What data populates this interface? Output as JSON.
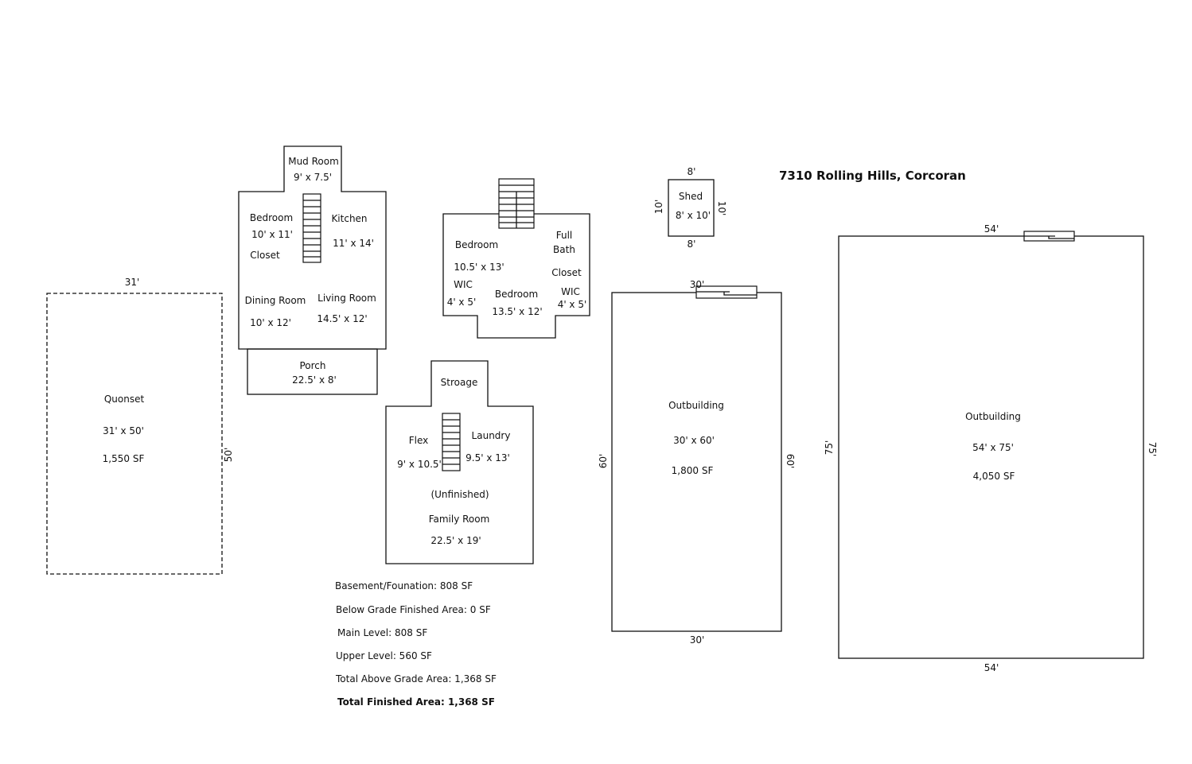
{
  "title": "7310 Rolling Hills, Corcoran",
  "quonset": {
    "name": "Quonset",
    "size": "31' x 50'",
    "area": "1,550 SF",
    "dim_top": "31'",
    "dim_right": "50'"
  },
  "main_level": {
    "mud_room": {
      "name": "Mud Room",
      "size": "9' x 7.5'"
    },
    "bedroom": {
      "name": "Bedroom",
      "size": "10' x 11'",
      "closet": "Closet"
    },
    "kitchen": {
      "name": "Kitchen",
      "size": "11' x 14'"
    },
    "dining": {
      "name": "Dining Room",
      "size": "10' x 12'"
    },
    "living": {
      "name": "Living Room",
      "size": "14.5' x 12'"
    },
    "porch": {
      "name": "Porch",
      "size": "22.5' x 8'"
    }
  },
  "upper_level": {
    "bedroom1": {
      "name": "Bedroom",
      "size": "10.5' x 13'"
    },
    "full_bath": {
      "line1": "Full",
      "line2": "Bath"
    },
    "closet": "Closet",
    "wic1": {
      "name": "WIC",
      "size": "4' x 5'"
    },
    "bedroom2": {
      "name": "Bedroom",
      "size": "13.5' x 12'"
    },
    "wic2": {
      "name": "WIC",
      "size": "4' x 5'"
    }
  },
  "basement": {
    "storage": "Stroage",
    "flex": {
      "name": "Flex",
      "size": "9' x 10.5'"
    },
    "laundry": {
      "name": "Laundry",
      "size": "9.5' x 13'"
    },
    "unfinished": "(Unfinished)",
    "family": {
      "name": "Family Room",
      "size": "22.5' x 19'"
    }
  },
  "shed": {
    "name": "Shed",
    "size": "8' x 10'",
    "dim_top": "8'",
    "dim_bottom": "8'",
    "dim_left": "10'",
    "dim_right": "10'"
  },
  "outbuilding1": {
    "name": "Outbuilding",
    "size": "30' x 60'",
    "area": "1,800 SF",
    "dim_top": "30'",
    "dim_bottom": "30'",
    "dim_left": "60'",
    "dim_right": "60'"
  },
  "outbuilding2": {
    "name": "Outbuilding",
    "size": "54' x 75'",
    "area": "4,050 SF",
    "dim_top": "54'",
    "dim_bottom": "54'",
    "dim_left": "75'",
    "dim_right": "75'"
  },
  "summary": [
    "Basement/Founation: 808 SF",
    "Below Grade Finished Area: 0 SF",
    "Main Level: 808 SF",
    "Upper Level: 560 SF",
    "Total Above Grade Area: 1,368 SF",
    "Total Finished Area: 1,368 SF"
  ]
}
